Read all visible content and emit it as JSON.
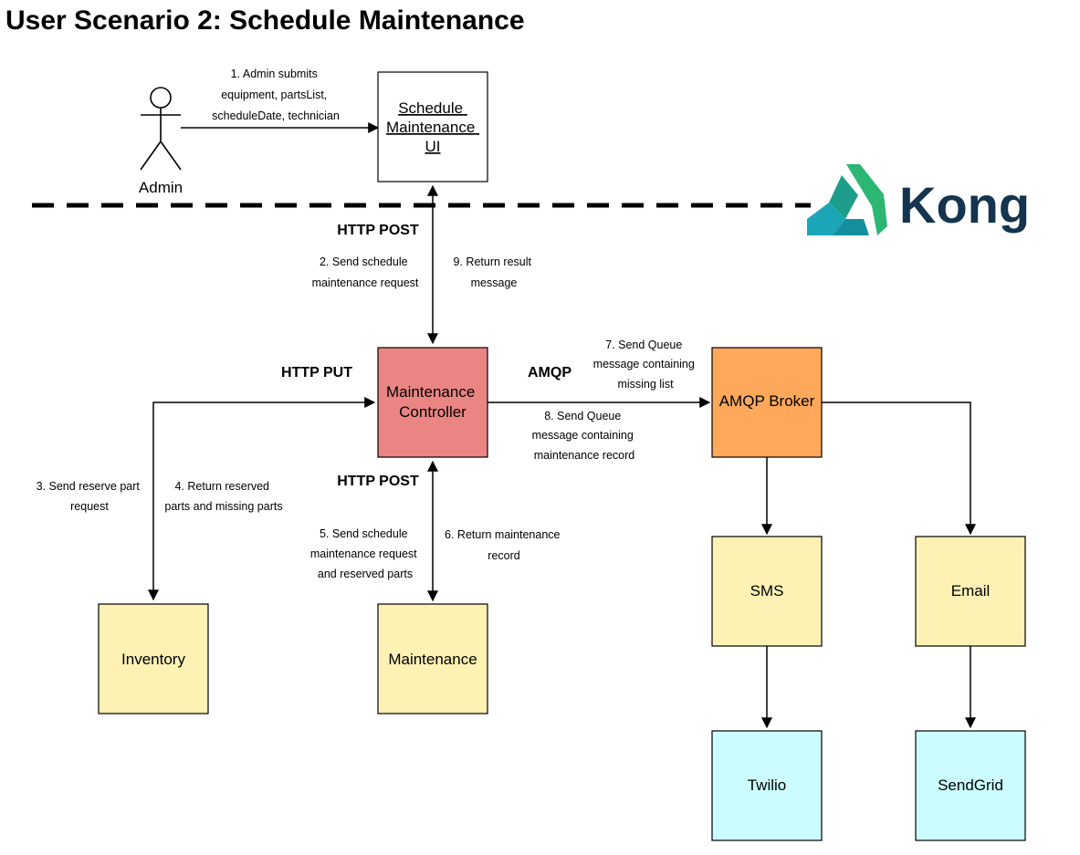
{
  "title": "User Scenario 2: Schedule Maintenance",
  "actor": {
    "label": "Admin"
  },
  "nodes": {
    "ui": [
      "Schedule",
      "Maintenance",
      "UI"
    ],
    "controller": [
      "Maintenance",
      "Controller"
    ],
    "broker": "AMQP Broker",
    "inventory": "Inventory",
    "maintenance": "Maintenance",
    "sms": "SMS",
    "email": "Email",
    "twilio": "Twilio",
    "sendgrid": "SendGrid"
  },
  "protocols": {
    "http_post_top": "HTTP POST",
    "http_put": "HTTP PUT",
    "amqp": "AMQP",
    "http_post_bottom": "HTTP POST"
  },
  "steps": {
    "s1": [
      "1. Admin submits",
      "equipment, partsList,",
      "scheduleDate, technician"
    ],
    "s2": [
      "2. Send schedule",
      "maintenance request"
    ],
    "s3": [
      "3. Send reserve part",
      "request"
    ],
    "s4": [
      "4. Return reserved",
      "parts and missing parts"
    ],
    "s5": [
      "5. Send schedule",
      "maintenance request",
      "and reserved parts"
    ],
    "s6": [
      "6. Return maintenance",
      "record"
    ],
    "s7": [
      "7. Send Queue",
      "message containing",
      "missing list"
    ],
    "s8": [
      "8. Send Queue",
      "message containing",
      "maintenance record"
    ],
    "s9": [
      "9. Return result",
      "message"
    ]
  },
  "logo": {
    "text": "Kong"
  },
  "colors": {
    "controller": "#ea8584",
    "broker": "#fda85b",
    "service": "#fdf1b4",
    "external": "#cbfcff",
    "kong_text": "#14344f",
    "kong_green": "#2bb673",
    "kong_teal": "#1aa6b7"
  }
}
